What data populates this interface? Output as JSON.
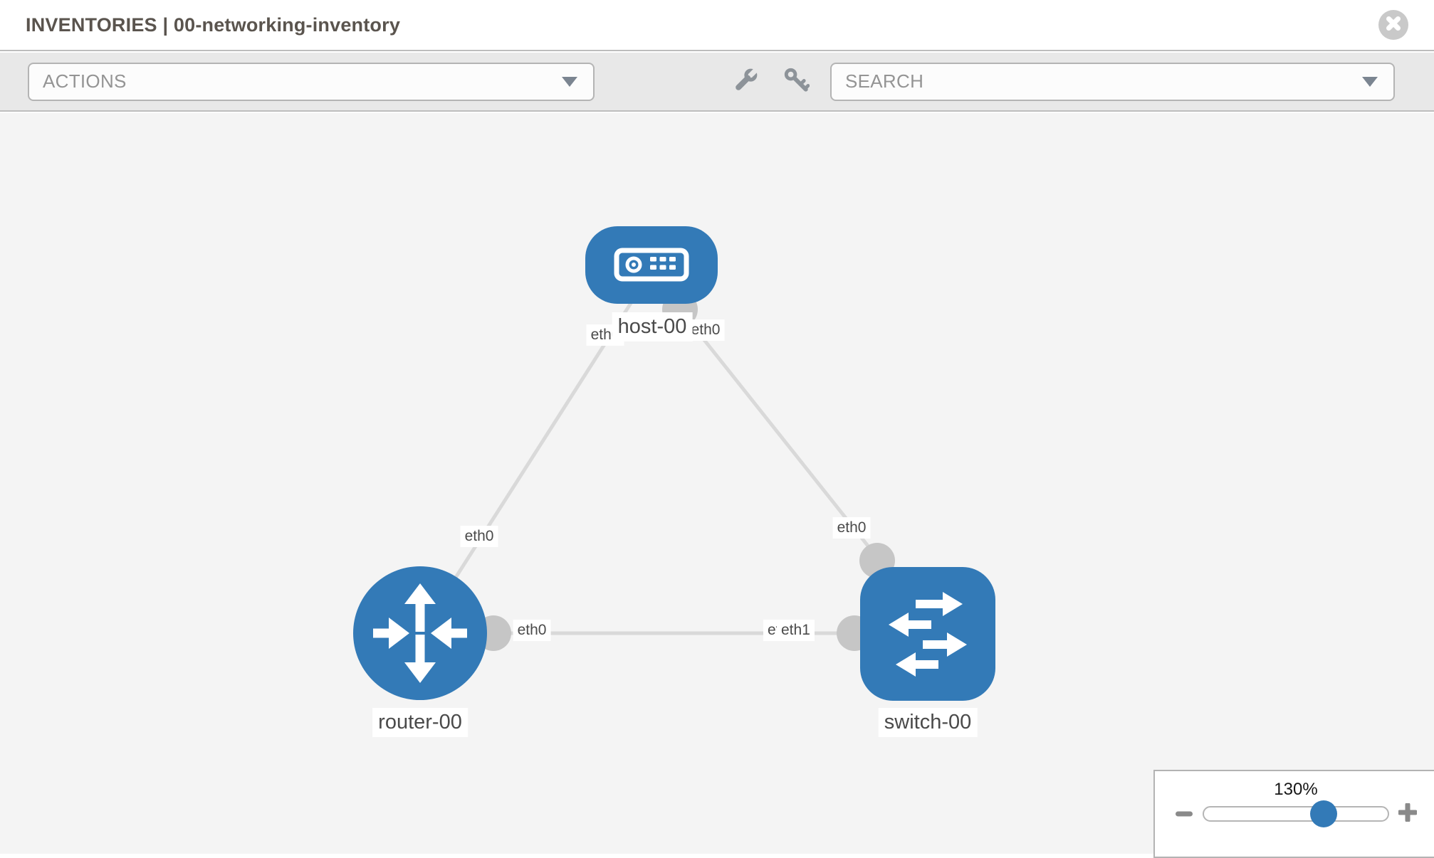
{
  "header": {
    "title": "INVENTORIES | 00-networking-inventory"
  },
  "toolbar": {
    "actions_label": "ACTIONS",
    "search_label": "SEARCH"
  },
  "topology": {
    "nodes": [
      {
        "id": "host-00",
        "type": "host",
        "label": "host-00"
      },
      {
        "id": "router-00",
        "type": "router",
        "label": "router-00"
      },
      {
        "id": "switch-00",
        "type": "switch",
        "label": "switch-00"
      }
    ],
    "links": [
      {
        "from": "router-00",
        "from_iface": "eth0",
        "to": "host-00",
        "to_iface": "eth0"
      },
      {
        "from": "host-00",
        "from_iface": "eth0",
        "to": "switch-00",
        "to_iface": "eth0"
      },
      {
        "from": "router-00",
        "from_iface": "eth0",
        "to": "switch-00",
        "to_iface": "eth1"
      }
    ],
    "overlap_labels": {
      "under": "eth0",
      "over": "eth1"
    }
  },
  "zoom_control": {
    "level": "130%"
  },
  "colors": {
    "node_blue": "#337ab7",
    "link_gray": "#d9d9d9",
    "endpoint_gray": "#c6c6c6",
    "canvas_bg": "#f4f4f4"
  }
}
